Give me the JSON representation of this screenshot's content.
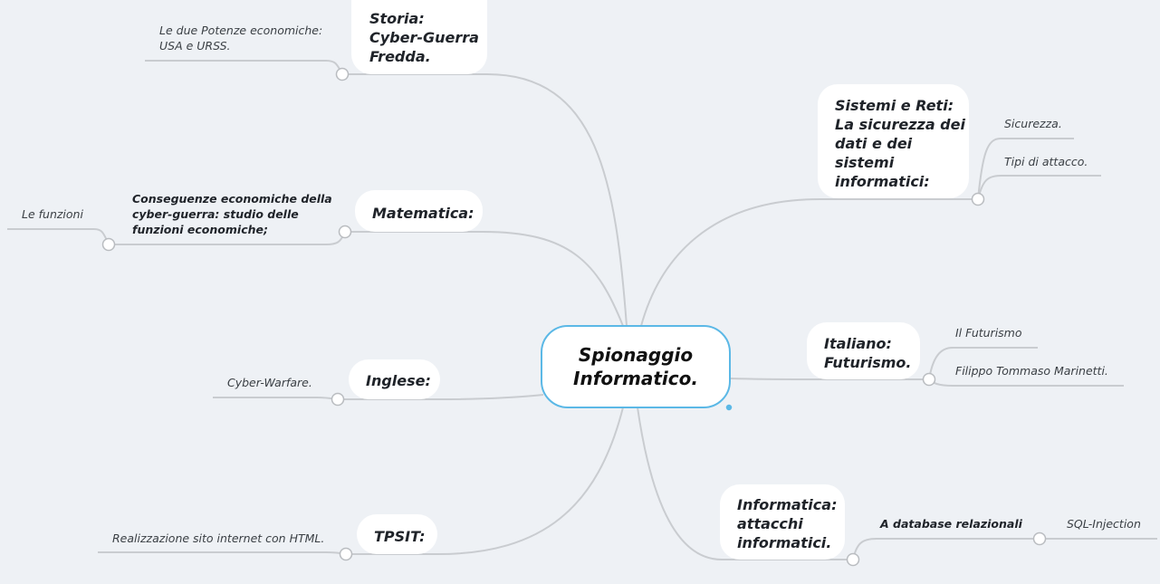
{
  "central": {
    "label": "Spionaggio\nInformatico."
  },
  "branches": {
    "storia": {
      "label": "Storia:\nCyber-Guerra\nFredda.",
      "sub": "Le due Potenze economiche:\nUSA e URSS."
    },
    "matematica": {
      "label": "Matematica:",
      "sub": "Conseguenze economiche della\ncyber-guerra: studio delle\nfunzioni economiche;",
      "leaf": "Le funzioni"
    },
    "inglese": {
      "label": "Inglese:",
      "sub": "Cyber-Warfare."
    },
    "tpsit": {
      "label": "TPSIT:",
      "sub": "Realizzazione sito internet con HTML."
    },
    "sistemi": {
      "label": "Sistemi e Reti:\nLa sicurezza dei\ndati e dei\nsistemi\ninformatici:",
      "subs": [
        "Sicurezza.",
        "Tipi di attacco."
      ]
    },
    "italiano": {
      "label": "Italiano:\nFuturismo.",
      "subs": [
        "Il Futurismo",
        "Filippo Tommaso Marinetti."
      ]
    },
    "informatica": {
      "label": "Informatica:\nattacchi\ninformatici.",
      "sub": "A database relazionali",
      "leaf": "SQL-Injection"
    }
  },
  "colors": {
    "background": "#eef1f5",
    "connector": "#c9ccd0",
    "central_border": "#5bb8e6"
  }
}
